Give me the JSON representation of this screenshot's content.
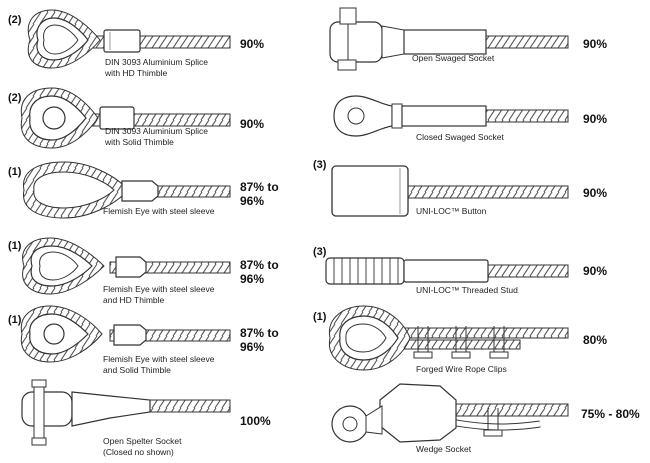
{
  "left": [
    {
      "ref": "(2)",
      "caption_lines": [
        "DIN 3093 Aluminium Splice",
        "with HD Thimble"
      ],
      "efficiency_lines": [
        "90%"
      ]
    },
    {
      "ref": "(2)",
      "caption_lines": [
        "DIN 3093 Aluminium Splice",
        "with Solid Thimble"
      ],
      "efficiency_lines": [
        "90%"
      ]
    },
    {
      "ref": "(1)",
      "caption_lines": [
        "Flemish Eye with steel sleeve"
      ],
      "efficiency_lines": [
        "87% to",
        "96%"
      ]
    },
    {
      "ref": "(1)",
      "caption_lines": [
        "Flemish Eye with steel sleeve",
        "and HD Thimble"
      ],
      "efficiency_lines": [
        "87% to",
        "96%"
      ]
    },
    {
      "ref": "(1)",
      "caption_lines": [
        "Flemish Eye with steel sleeve",
        "and Solid Thimble"
      ],
      "efficiency_lines": [
        "87% to",
        "96%"
      ]
    },
    {
      "ref": "",
      "caption_lines": [
        "Open Spelter Socket",
        "(Closed no shown)"
      ],
      "efficiency_lines": [
        "100%"
      ]
    }
  ],
  "right": [
    {
      "ref": "",
      "caption_lines": [
        "Open Swaged Socket"
      ],
      "efficiency_lines": [
        "90%"
      ]
    },
    {
      "ref": "",
      "caption_lines": [
        "Closed Swaged Socket"
      ],
      "efficiency_lines": [
        "90%"
      ]
    },
    {
      "ref": "(3)",
      "caption_lines": [
        "UNI-LOC™ Button"
      ],
      "efficiency_lines": [
        "90%"
      ]
    },
    {
      "ref": "(3)",
      "caption_lines": [
        "UNI-LOC™ Threaded Stud"
      ],
      "efficiency_lines": [
        "90%"
      ]
    },
    {
      "ref": "(1)",
      "caption_lines": [
        "Forged Wire Rope Clips"
      ],
      "efficiency_lines": [
        "80%"
      ]
    },
    {
      "ref": "",
      "caption_lines": [
        "Wedge Socket"
      ],
      "efficiency_lines": [
        "75% - 80%"
      ]
    }
  ]
}
